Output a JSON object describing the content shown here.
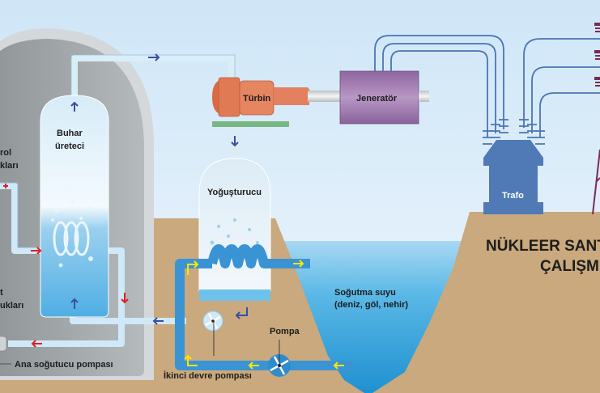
{
  "diagram": {
    "title_line1": "NÜKLEER SANT",
    "title_line2": "ÇALIŞM",
    "labels": {
      "control_rods_1": "rol",
      "control_rods_2": "kları",
      "fuel_rods_1": "t",
      "fuel_rods_2": "ukları",
      "steam_generator_1": "Buhar",
      "steam_generator_2": "üreteci",
      "turbine": "Türbin",
      "generator": "Jeneratör",
      "condenser": "Yoğuşturucu",
      "transformer": "Trafo",
      "cooling_water_1": "Soğutma suyu",
      "cooling_water_2": "(deniz, göl, nehir)",
      "pump": "Pompa",
      "secondary_pump": "İkinci devre pompası",
      "main_coolant_pump": "Ana soğutucu pompası"
    },
    "colors": {
      "sky_top": "#cfe6f7",
      "sky_bottom": "#eef6fd",
      "dome_outer": "#d4d8db",
      "dome_inner": "#9ea3a6",
      "pipe_light": "#cfe9f8",
      "pipe_dark": "#3a94d4",
      "turbine": "#e07a55",
      "generator": "#9a72a8",
      "transformer": "#4f7ab6",
      "wire": "#4a74b4",
      "tower": "#7a2a55",
      "ground": "#c9a97d",
      "water": "#3aa6dc",
      "arrow_hot": "#e02020",
      "arrow_cold": "#3a4fa0",
      "arrow_cooling": "#ffe600",
      "base_plate": "#78b783"
    }
  }
}
